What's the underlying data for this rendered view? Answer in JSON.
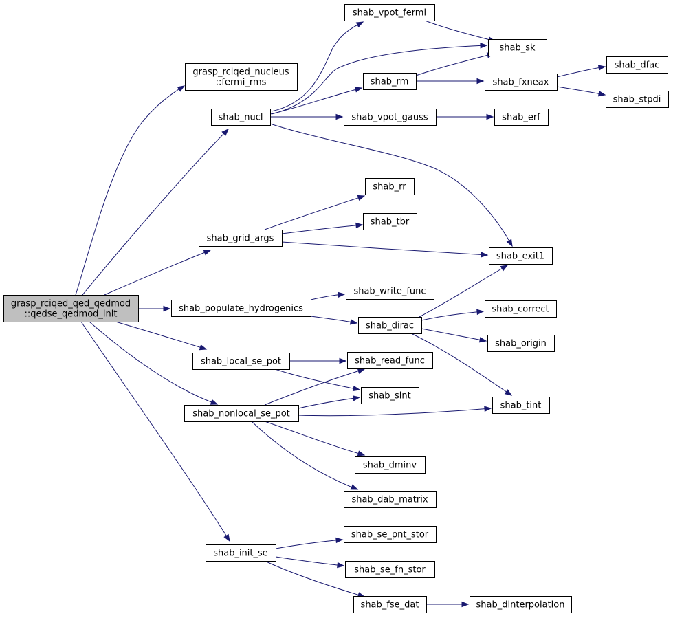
{
  "graph": {
    "colors": {
      "edge": "#191970",
      "node_border": "#000000",
      "root_fill": "#bfbfbf",
      "node_fill": "#ffffff",
      "text": "#000000"
    },
    "nodes": [
      {
        "id": "root",
        "lines": [
          "grasp_rciqed_qed_qedmod",
          "::qedse_qedmod_init"
        ],
        "root": true
      },
      {
        "id": "fermi_rms",
        "lines": [
          "grasp_rciqed_nucleus",
          "::fermi_rms"
        ]
      },
      {
        "id": "nucl",
        "lines": [
          "shab_nucl"
        ]
      },
      {
        "id": "grid_args",
        "lines": [
          "shab_grid_args"
        ]
      },
      {
        "id": "populate",
        "lines": [
          "shab_populate_hydrogenics"
        ]
      },
      {
        "id": "local_se",
        "lines": [
          "shab_local_se_pot"
        ]
      },
      {
        "id": "nonlocal_se",
        "lines": [
          "shab_nonlocal_se_pot"
        ]
      },
      {
        "id": "init_se",
        "lines": [
          "shab_init_se"
        ]
      },
      {
        "id": "vpot_fermi",
        "lines": [
          "shab_vpot_fermi"
        ]
      },
      {
        "id": "rm",
        "lines": [
          "shab_rm"
        ]
      },
      {
        "id": "vpot_gauss",
        "lines": [
          "shab_vpot_gauss"
        ]
      },
      {
        "id": "sk",
        "lines": [
          "shab_sk"
        ]
      },
      {
        "id": "fxneax",
        "lines": [
          "shab_fxneax"
        ]
      },
      {
        "id": "dfac",
        "lines": [
          "shab_dfac"
        ]
      },
      {
        "id": "stpdi",
        "lines": [
          "shab_stpdi"
        ]
      },
      {
        "id": "erf",
        "lines": [
          "shab_erf"
        ]
      },
      {
        "id": "rr",
        "lines": [
          "shab_rr"
        ]
      },
      {
        "id": "tbr",
        "lines": [
          "shab_tbr"
        ]
      },
      {
        "id": "exit1",
        "lines": [
          "shab_exit1"
        ]
      },
      {
        "id": "write_func",
        "lines": [
          "shab_write_func"
        ]
      },
      {
        "id": "dirac",
        "lines": [
          "shab_dirac"
        ]
      },
      {
        "id": "correct",
        "lines": [
          "shab_correct"
        ]
      },
      {
        "id": "origin",
        "lines": [
          "shab_origin"
        ]
      },
      {
        "id": "read_func",
        "lines": [
          "shab_read_func"
        ]
      },
      {
        "id": "sint",
        "lines": [
          "shab_sint"
        ]
      },
      {
        "id": "tint",
        "lines": [
          "shab_tint"
        ]
      },
      {
        "id": "dminv",
        "lines": [
          "shab_dminv"
        ]
      },
      {
        "id": "dab_matrix",
        "lines": [
          "shab_dab_matrix"
        ]
      },
      {
        "id": "se_pnt_stor",
        "lines": [
          "shab_se_pnt_stor"
        ]
      },
      {
        "id": "se_fn_stor",
        "lines": [
          "shab_se_fn_stor"
        ]
      },
      {
        "id": "fse_dat",
        "lines": [
          "shab_fse_dat"
        ]
      },
      {
        "id": "dinterpolation",
        "lines": [
          "shab_dinterpolation"
        ]
      }
    ],
    "edges": [
      [
        "root",
        "fermi_rms"
      ],
      [
        "root",
        "nucl"
      ],
      [
        "root",
        "grid_args"
      ],
      [
        "root",
        "populate"
      ],
      [
        "root",
        "local_se"
      ],
      [
        "root",
        "nonlocal_se"
      ],
      [
        "root",
        "init_se"
      ],
      [
        "nucl",
        "vpot_fermi"
      ],
      [
        "nucl",
        "sk"
      ],
      [
        "nucl",
        "rm"
      ],
      [
        "nucl",
        "vpot_gauss"
      ],
      [
        "nucl",
        "exit1"
      ],
      [
        "vpot_fermi",
        "sk"
      ],
      [
        "rm",
        "sk"
      ],
      [
        "rm",
        "fxneax"
      ],
      [
        "fxneax",
        "dfac"
      ],
      [
        "fxneax",
        "stpdi"
      ],
      [
        "vpot_gauss",
        "erf"
      ],
      [
        "grid_args",
        "rr"
      ],
      [
        "grid_args",
        "tbr"
      ],
      [
        "grid_args",
        "exit1"
      ],
      [
        "populate",
        "write_func"
      ],
      [
        "populate",
        "dirac"
      ],
      [
        "dirac",
        "exit1"
      ],
      [
        "dirac",
        "correct"
      ],
      [
        "dirac",
        "origin"
      ],
      [
        "dirac",
        "tint"
      ],
      [
        "local_se",
        "read_func"
      ],
      [
        "local_se",
        "sint"
      ],
      [
        "nonlocal_se",
        "read_func"
      ],
      [
        "nonlocal_se",
        "sint"
      ],
      [
        "nonlocal_se",
        "tint"
      ],
      [
        "nonlocal_se",
        "dminv"
      ],
      [
        "nonlocal_se",
        "dab_matrix"
      ],
      [
        "init_se",
        "se_pnt_stor"
      ],
      [
        "init_se",
        "se_fn_stor"
      ],
      [
        "init_se",
        "fse_dat"
      ],
      [
        "fse_dat",
        "dinterpolation"
      ]
    ]
  }
}
